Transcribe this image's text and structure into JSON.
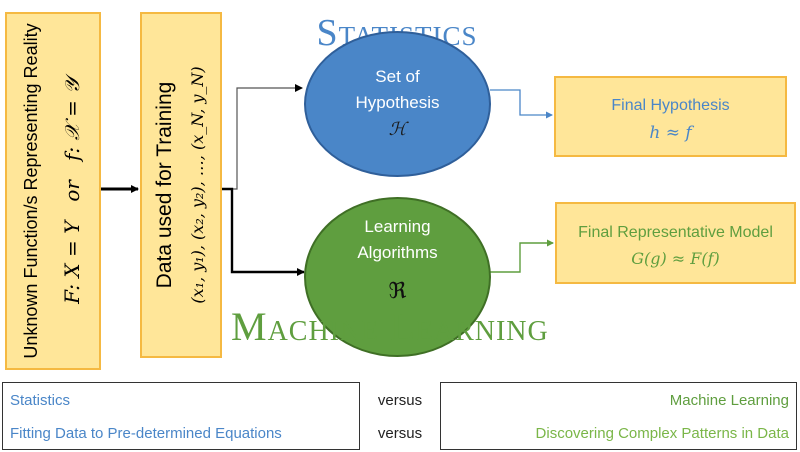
{
  "unknown_function": {
    "title": "Unknown Function/s Representing Reality",
    "formula": "F: X = Y   or   f: 𝒳 = 𝒴"
  },
  "training_data": {
    "title": "Data used for Training",
    "formula": "(x₁, y₁), (x₂, y₂), …, (x_N, y_N)"
  },
  "statistics_circle": {
    "heading": "Statistics",
    "line1": "Set of",
    "line2": "Hypothesis",
    "symbol": "ℋ"
  },
  "ml_circle": {
    "heading": "Machine Learning",
    "line1": "Learning",
    "line2": "Algorithms",
    "symbol": "ℜ"
  },
  "final_hypothesis": {
    "title": "Final Hypothesis",
    "formula": "h ≈ f"
  },
  "final_model": {
    "title": "Final Representative Model",
    "formula": "G(g) ≈ F(f)"
  },
  "comparison": {
    "rows": [
      {
        "left": "Statistics",
        "middle": "versus",
        "right": "Machine Learning"
      },
      {
        "left": "Fitting Data to Pre-determined Equations",
        "middle": "versus",
        "right": "Discovering Complex Patterns in Data"
      }
    ]
  },
  "colors": {
    "stat_blue": "#4a86c8",
    "ml_green": "#5f9e3f",
    "light_green": "#7ab648",
    "box_fill": "#ffe699",
    "box_border": "#f5b942"
  }
}
